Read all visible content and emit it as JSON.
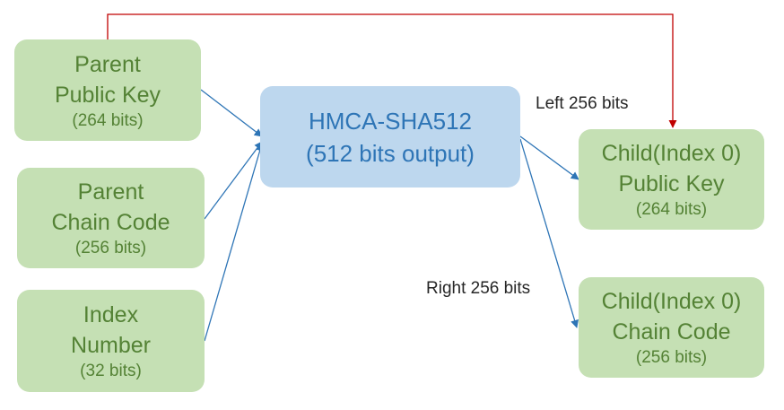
{
  "nodes": {
    "parent_public_key": {
      "line1": "Parent",
      "line2": "Public Key",
      "bits": "(264 bits)"
    },
    "parent_chain_code": {
      "line1": "Parent",
      "line2": "Chain Code",
      "bits": "(256 bits)"
    },
    "index_number": {
      "line1": "Index",
      "line2": "Number",
      "bits": "(32 bits)"
    },
    "hmac": {
      "line1": "HMCA-SHA512",
      "line2": "(512 bits output)"
    },
    "child_public_key": {
      "line1": "Child(Index 0)",
      "line2": "Public Key",
      "bits": "(264 bits)"
    },
    "child_chain_code": {
      "line1": "Child(Index 0)",
      "line2": "Chain Code",
      "bits": "(256 bits)"
    }
  },
  "edge_labels": {
    "left": "Left 256 bits",
    "right": "Right 256 bits"
  },
  "colors": {
    "green_box": "#c5e0b4",
    "green_text": "#548235",
    "blue_box": "#bdd7ee",
    "blue_text": "#2e75b6",
    "arrow_blue": "#2e75b6",
    "arrow_red": "#c00000"
  }
}
